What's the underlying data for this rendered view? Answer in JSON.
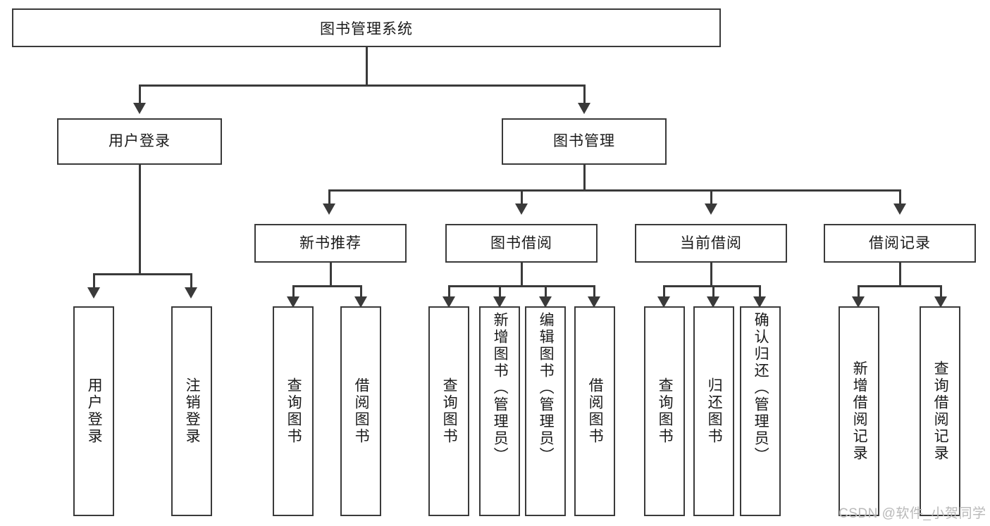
{
  "diagram": {
    "type": "tree-hierarchy-diagram",
    "title": "图书管理系统",
    "nodes": {
      "root": {
        "label": "图书管理系统"
      },
      "level2": [
        {
          "id": "user-login",
          "label": "用户登录"
        },
        {
          "id": "book-manage",
          "label": "图书管理"
        }
      ],
      "level3": [
        {
          "id": "new-book-recommend",
          "label": "新书推荐"
        },
        {
          "id": "book-borrow",
          "label": "图书借阅"
        },
        {
          "id": "current-borrow",
          "label": "当前借阅"
        },
        {
          "id": "borrow-record",
          "label": "借阅记录"
        }
      ],
      "leaves": [
        {
          "id": "leaf-user-login",
          "label": "用户登录"
        },
        {
          "id": "leaf-logout",
          "label": "注销登录"
        },
        {
          "id": "leaf-query-book-1",
          "label": "查询图书"
        },
        {
          "id": "leaf-borrow-book-1",
          "label": "借阅图书"
        },
        {
          "id": "leaf-query-book-2",
          "label": "查询图书"
        },
        {
          "id": "leaf-add-book",
          "label": "新增图书（管理员）"
        },
        {
          "id": "leaf-edit-book",
          "label": "编辑图书（管理员）"
        },
        {
          "id": "leaf-borrow-book-2",
          "label": "借阅图书"
        },
        {
          "id": "leaf-query-book-3",
          "label": "查询图书"
        },
        {
          "id": "leaf-return-book",
          "label": "归还图书"
        },
        {
          "id": "leaf-confirm-return",
          "label": "确认归还（管理员）"
        },
        {
          "id": "leaf-add-record",
          "label": "新增借阅记录"
        },
        {
          "id": "leaf-query-record",
          "label": "查询借阅记录"
        }
      ]
    },
    "watermark": "CSDN @软件_小贺同学",
    "colors": {
      "stroke": "#3a3a3a",
      "fill": "#ffffff",
      "text": "#1a1a1a",
      "watermark": "#b9b9b9"
    }
  }
}
